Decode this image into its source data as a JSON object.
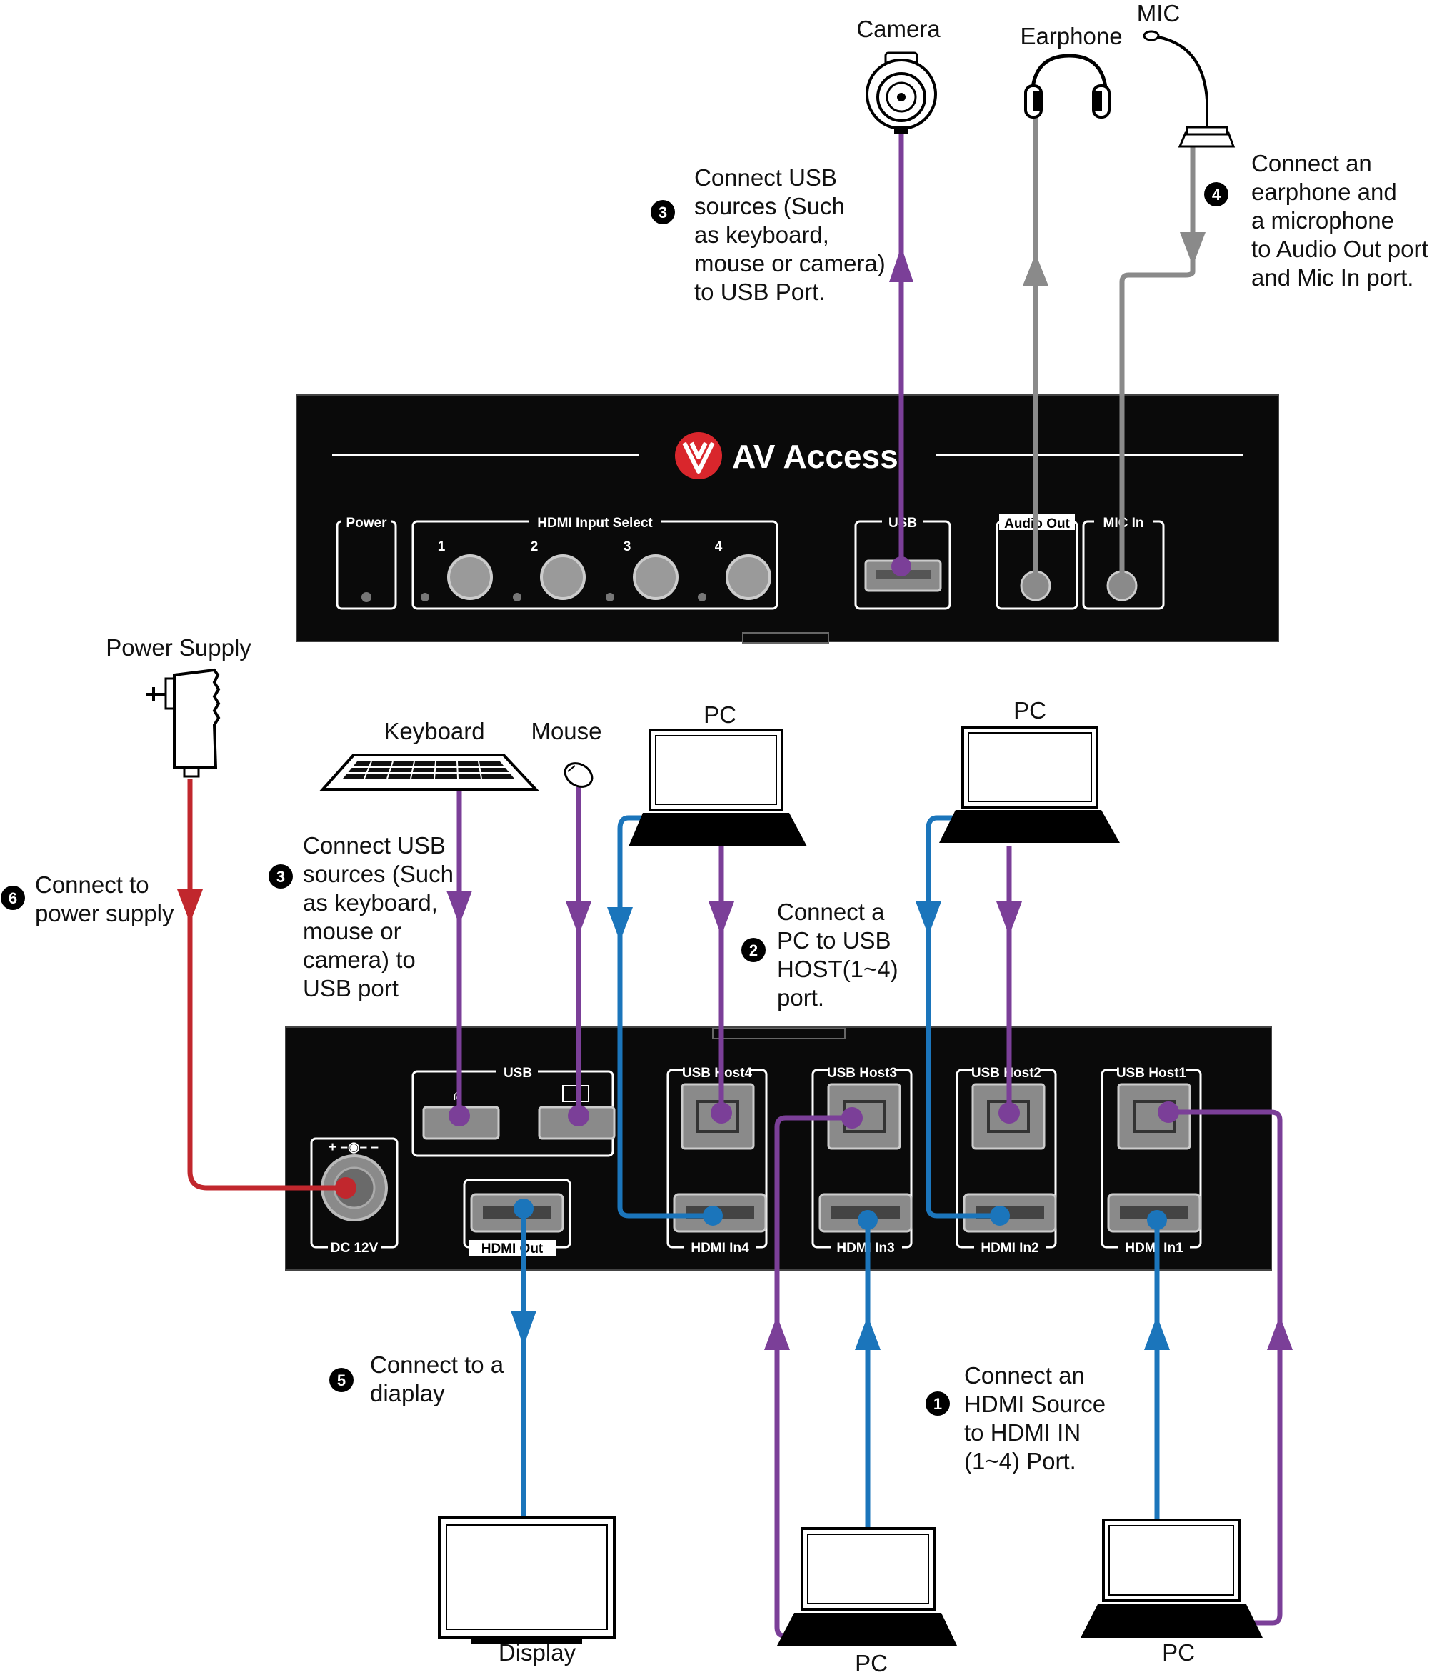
{
  "device_labels": {
    "camera": "Camera",
    "earphone": "Earphone",
    "mic": "MIC",
    "power_supply": "Power Supply",
    "keyboard": "Keyboard",
    "mouse": "Mouse",
    "pc": "PC",
    "display": "Display"
  },
  "brand": "AV Access",
  "front_panel": {
    "power": "Power",
    "hdmi_input_select": "HDMI Input Select",
    "buttons": [
      "1",
      "2",
      "3",
      "4"
    ],
    "usb": "USB",
    "audio_out": "Audio Out",
    "mic_in": "MIC In"
  },
  "rear_panel": {
    "dc": "DC 12V",
    "usb": "USB",
    "hdmi_out": "HDMI Out",
    "usb_hosts": [
      "USB Host4",
      "USB Host3",
      "USB Host2",
      "USB Host1"
    ],
    "hdmi_ins": [
      "HDMI In4",
      "HDMI In3",
      "HDMI In2",
      "HDMI In1"
    ]
  },
  "steps": [
    {
      "num": "1",
      "lines": [
        "Connect an",
        "HDMI  Source",
        "to HDMI IN",
        "(1~4) Port."
      ]
    },
    {
      "num": "2",
      "lines": [
        "Connect a",
        "PC to USB",
        "HOST(1~4)",
        "port."
      ]
    },
    {
      "num": "3",
      "lines": [
        "Connect USB",
        "sources (Such",
        "as keyboard,",
        "mouse or camera)",
        " to USB Port."
      ]
    },
    {
      "num": "3",
      "lines": [
        "Connect USB",
        "sources (Such",
        "as keyboard,",
        "mouse or",
        "camera) to",
        "USB port"
      ]
    },
    {
      "num": "4",
      "lines": [
        "Connect an",
        "earphone and",
        "a microphone",
        "to Audio Out port",
        "and Mic In port."
      ]
    },
    {
      "num": "5",
      "lines": [
        "Connect to a",
        "diaplay"
      ]
    },
    {
      "num": "6",
      "lines": [
        "Connect to",
        "power supply"
      ]
    }
  ],
  "colors": {
    "usb_cable": "#7b3f98",
    "hdmi_cable": "#1b75bb",
    "audio_cable": "#8a8a8a",
    "power_cable": "#c1272d",
    "panel": "#0a0a0a",
    "logo": "#d9262c"
  }
}
